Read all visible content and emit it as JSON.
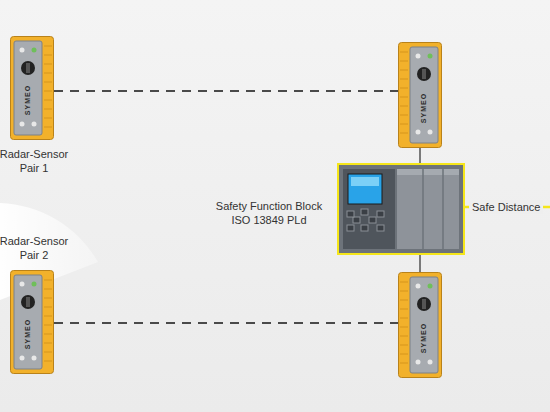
{
  "diagram": {
    "nodes": [
      {
        "text": [
          "SYMEO",
          "Radar-Sensor Pair 1"
        ]
      },
      {
        "text": [
          "SYMEO"
        ]
      },
      {
        "text": [
          "Safety Function Block ISO 13849 PLd"
        ]
      },
      {
        "text": [
          "Radar-Sensor Pair 2",
          "SYMEO"
        ]
      },
      {
        "text": [
          "SYMEO"
        ]
      }
    ],
    "edges": [
      {
        "from": 0,
        "to": 1,
        "arrow": "none"
      },
      {
        "from": 1,
        "to": 2,
        "arrow": "none"
      },
      {
        "from": 2,
        "to": 4,
        "arrow": "none"
      },
      {
        "from": 3,
        "to": 4,
        "arrow": "none"
      }
    ],
    "labels": [
      "Safe Distance"
    ]
  }
}
